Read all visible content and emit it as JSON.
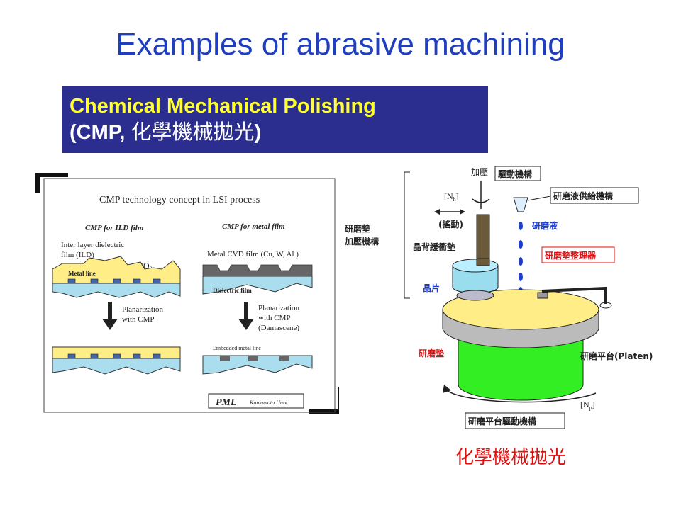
{
  "slide": {
    "title": "Examples of abrasive machining",
    "subtitle_line1": "Chemical Mechanical Polishing",
    "subtitle_line2_open": "(CMP, ",
    "subtitle_line2_cn": "化學機械拋光",
    "subtitle_line2_close": ")",
    "caption": "化學機械拋光"
  },
  "left_figure": {
    "heading": "CMP technology concept in  LSI process",
    "col_ild": "CMP for ILD film",
    "col_metal": "CMP for metal film",
    "ild_label_1": "Inter layer dielectric",
    "ild_label_2": "film (ILD)",
    "sio2": "SiO",
    "sio2_sub": "2",
    "metal_line": "Metal line",
    "metal_cvd": "Metal CVD film (Cu, W, Al )",
    "dielectric": "Dielectric film",
    "planar_1a": "Planarization",
    "planar_1b": "with CMP",
    "planar_2a": "Planarization",
    "planar_2b": "with CMP",
    "planar_2c": "(Damascene)",
    "embedded": "Embedded metal line",
    "pml": "PML",
    "kumamoto": "Kumamoto Univ."
  },
  "right_figure": {
    "pressure": "加壓",
    "drive": "驅動機構",
    "nh": "[N",
    "nh_sub": "h",
    "nh_close": "]",
    "slurry_supply": "研磨液供給機構",
    "swing": "(搖動)",
    "pad_pressure_1": "研磨墊",
    "pad_pressure_2": "加壓機構",
    "slurry": "研磨液",
    "backing_pad": "晶背緩衝墊",
    "conditioner": "研磨墊整理器",
    "wafer": "晶片",
    "pad": "研磨墊",
    "platen": "研磨平台(Platen)",
    "np": "[N",
    "np_sub": "p",
    "np_close": "]",
    "platen_drive": "研磨平台驅動機構"
  },
  "colors": {
    "title": "#1f3fbf",
    "subtitle_bg": "#2b2e8f",
    "subtitle_text": "#ffff33",
    "caption": "#e01010",
    "platen": "#33ee22",
    "pad_yellow": "#ffee88",
    "substrate": "#aaddee"
  }
}
